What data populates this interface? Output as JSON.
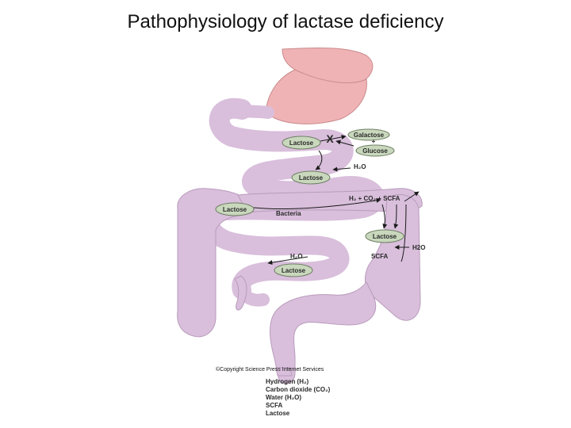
{
  "title": "Pathophysiology of lactase deficiency",
  "labels": {
    "lactose": "Lactose",
    "galactose": "Galactose",
    "plus": "+",
    "glucose": "Glucose",
    "h2o": "H₂O",
    "h2o_plain": "H2O",
    "bacteria": "Bacteria",
    "products": "H₂ + CO₂ + SCFA",
    "scfa": "SCFA",
    "blocked": "X"
  },
  "outputs": [
    "Hydrogen (H₂)",
    "Carbon dioxide (CO₂)",
    "Water (H₂O)",
    "SCFA",
    "Lactose"
  ],
  "copyright": "©Copyright Science Press Internet Services",
  "colors": {
    "intestine": "#d9bfdc",
    "intestine_stroke": "#b89bbb",
    "stomach": "#f0b3b5",
    "stomach_stroke": "#c98a8c",
    "oval": "#c9d8bd",
    "oval_stroke": "#6e7f63"
  }
}
